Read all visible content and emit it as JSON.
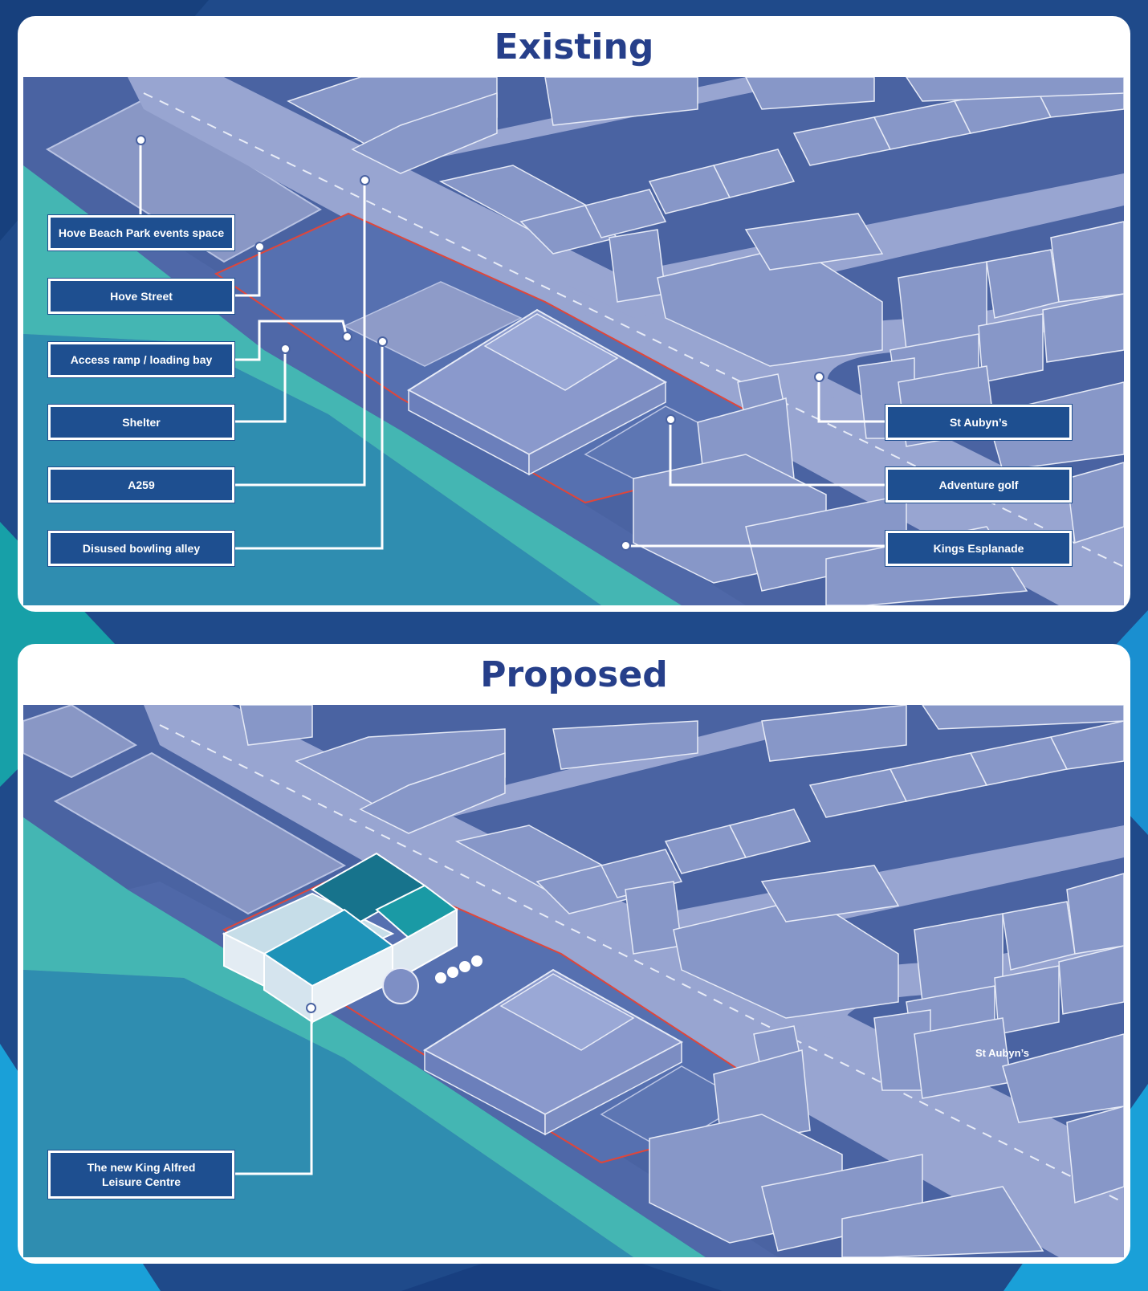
{
  "existing": {
    "title": "Existing",
    "labels": {
      "hove_beach_park": "Hove Beach Park events space",
      "hove_street": "Hove Street",
      "access_ramp": "Access ramp / loading bay",
      "shelter": "Shelter",
      "a259": "A259",
      "bowling_alley": "Disused bowling alley",
      "st_aubyns": "St Aubyn’s",
      "adventure_golf": "Adventure golf",
      "kings_esplanade": "Kings Esplanade"
    }
  },
  "proposed": {
    "title": "Proposed",
    "labels": {
      "king_alfred_line1": "The new King Alfred",
      "king_alfred_line2": "Leisure Centre",
      "st_aubyns": "St Aubyn’s"
    }
  },
  "colors": {
    "title": "#263f8a",
    "label_bg": "#1e4f90",
    "map_base": "#4a63a2",
    "buildings": "#8595c4",
    "roads": "#9aa7d2",
    "sea": "#2e8fb0",
    "beach": "#45b7b3",
    "site_boundary": "#e0463a",
    "new_building": "#1e93b8"
  }
}
